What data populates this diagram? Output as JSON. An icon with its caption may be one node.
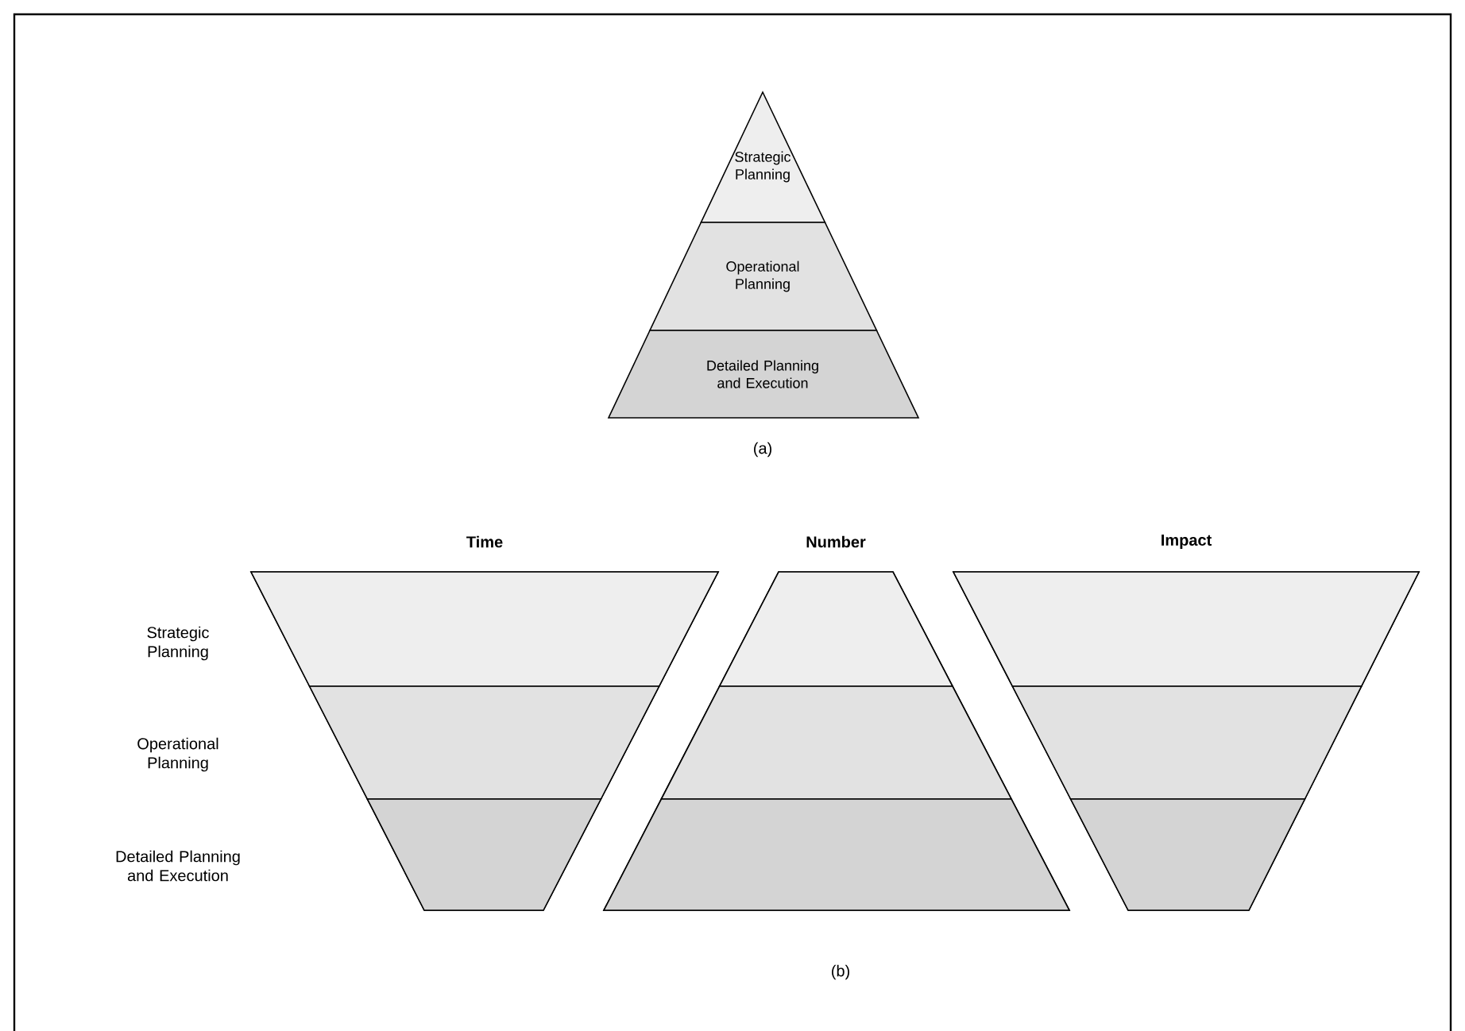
{
  "diagram": {
    "nodes": [
      {
        "text": [
          "Strategic Planning"
        ]
      },
      {
        "text": [
          "Operational Planning"
        ]
      },
      {
        "text": [
          "Detailed Planning and Execution"
        ]
      },
      {
        "text": [
          "Time"
        ]
      },
      {
        "text": [],
        "shape": "band",
        "in": 3
      },
      {
        "text": [],
        "shape": "band",
        "in": 3
      },
      {
        "text": [],
        "shape": "band",
        "in": 3
      },
      {
        "text": [
          "Number"
        ]
      },
      {
        "text": [],
        "shape": "band",
        "in": 7
      },
      {
        "text": [],
        "shape": "band",
        "in": 7
      },
      {
        "text": [],
        "shape": "band",
        "in": 7
      },
      {
        "text": [
          "Impact"
        ]
      },
      {
        "text": [],
        "shape": "band",
        "in": 11
      },
      {
        "text": [],
        "shape": "band",
        "in": 11
      },
      {
        "text": [],
        "shape": "band",
        "in": 11
      }
    ],
    "labels": [
      "(a)",
      "Strategic Planning",
      "Operational Planning",
      "Detailed Planning and Execution",
      "(b)"
    ]
  }
}
